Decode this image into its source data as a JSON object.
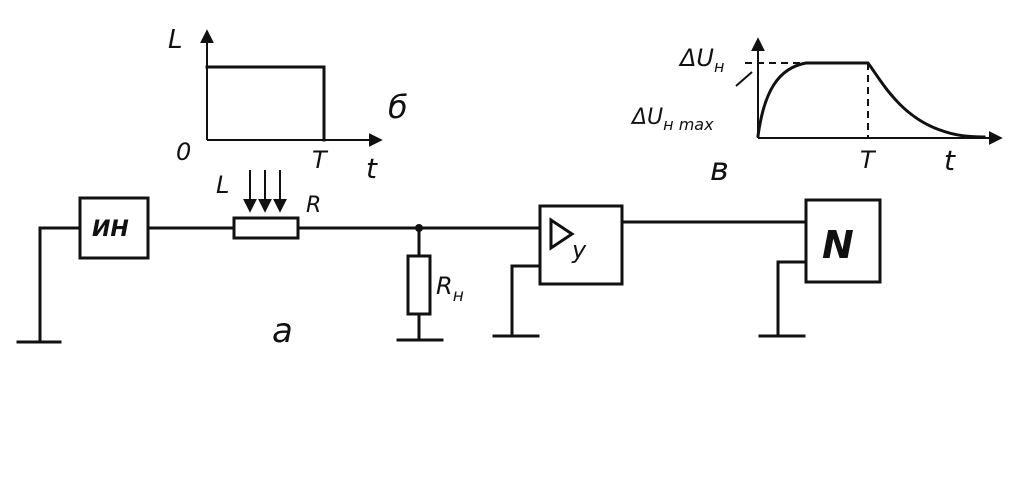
{
  "colors": {
    "ink": "#111111",
    "paper": "#ffffff"
  },
  "panel_b": {
    "label": "б",
    "y_axis": "L",
    "origin": "0",
    "x_tick": "T",
    "x_axis": "t"
  },
  "panel_v": {
    "label": "в",
    "y_axis": "ΔU",
    "y_axis_sub": "н",
    "y_level": "ΔU",
    "y_level_sub": "н max",
    "x_tick": "T",
    "x_axis": "t"
  },
  "circuit": {
    "label": "а",
    "source_label": "ИН",
    "light_label": "L",
    "resistor_label": "R",
    "load_label": "R",
    "load_sub": "н",
    "amp_sub": "у",
    "recorder_label": "N"
  }
}
